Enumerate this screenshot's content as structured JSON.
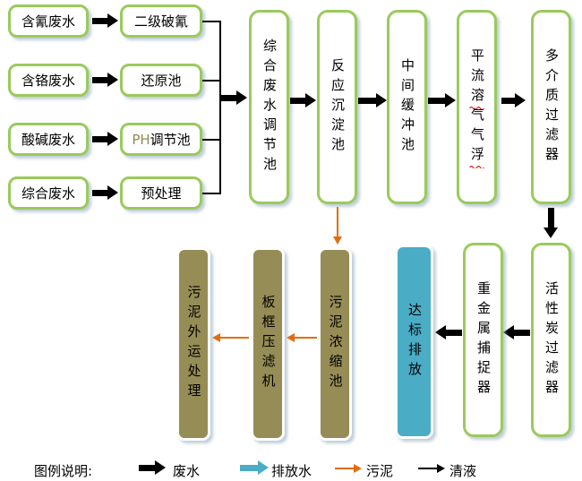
{
  "pretreat": {
    "r1": {
      "src": "含氰废水",
      "dst": "二级破氰"
    },
    "r2": {
      "src": "含铬废水",
      "dst": "还原池"
    },
    "r3": {
      "src": "酸碱废水",
      "dst_ph": "PH",
      "dst": " 调节池"
    },
    "r4": {
      "src": "综合废水",
      "dst": "预处理"
    }
  },
  "main": {
    "regulation_tank": "综合废水调节池",
    "reaction_sedimentation_tank": "反应沉淀池",
    "intermediate_buffer_tank": "中间缓冲池",
    "daf_flotation": "平流溶气气浮",
    "multimedia_filter": "多介质过滤器",
    "activated_carbon_filter": "活性炭过滤器",
    "heavy_metal_catcher": "重金属捕捉器",
    "discharge": "达标排放"
  },
  "sludge": {
    "thickening_tank": "污泥浓缩池",
    "filter_press": "板框压滤机",
    "disposal": "污泥外运处理"
  },
  "legend": {
    "title": "图例说明:",
    "wastewater": "废水",
    "discharge_water": "排放水",
    "sludge": "污泥",
    "clear_liquid": "清液"
  },
  "colors": {
    "box_border_green": "#9aca5b",
    "sludge_fill": "#968C55",
    "discharge_fill": "#4BACC6",
    "arrow_black": "#000000",
    "arrow_orange": "#E36C0A",
    "arrow_teal": "#4BACC6",
    "ph_text": "#948A54"
  }
}
